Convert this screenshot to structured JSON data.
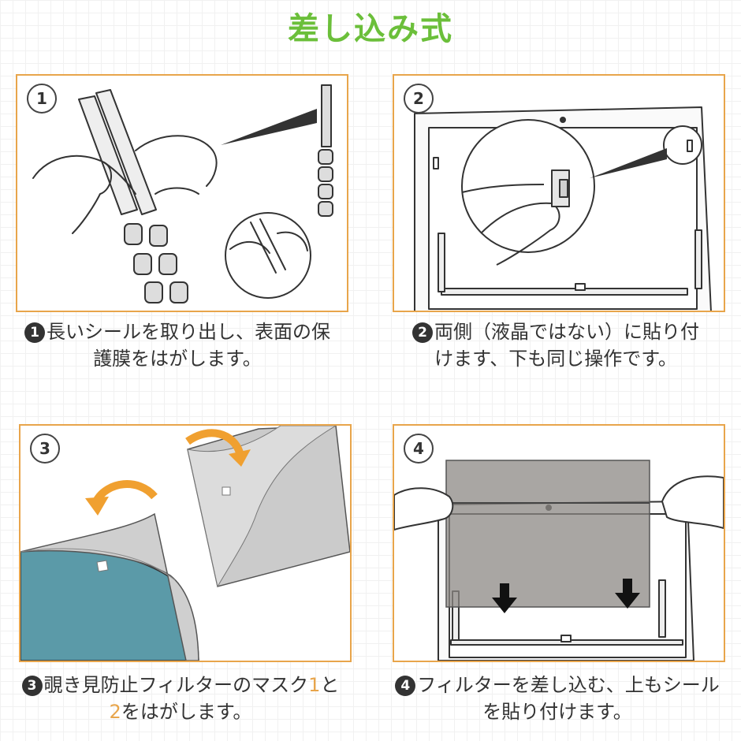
{
  "title": "差し込み式",
  "steps": [
    {
      "number": "1",
      "bullet": "1",
      "text_line1": "長いシールを取り出し、表面の保",
      "text_line2": "護膜をはがします。"
    },
    {
      "number": "2",
      "bullet": "2",
      "text_line1": "両側（液晶ではない）に貼り付",
      "text_line2": "けます、下も同じ操作です。"
    },
    {
      "number": "3",
      "bullet": "3",
      "text_line1a": "覗き見防止フィルターのマスク",
      "highlight1": "1",
      "text_line1b": "と",
      "highlight2": "2",
      "text_line2": "をはがします。"
    },
    {
      "number": "4",
      "bullet": "4",
      "text_line1": "フィルターを差し込む、上もシール",
      "text_line2": "を貼り付けます。"
    }
  ],
  "colors": {
    "title": "#6bbf3a",
    "border": "#e8a54b",
    "highlight": "#e8a54b",
    "mask": "#5b9aa8"
  }
}
